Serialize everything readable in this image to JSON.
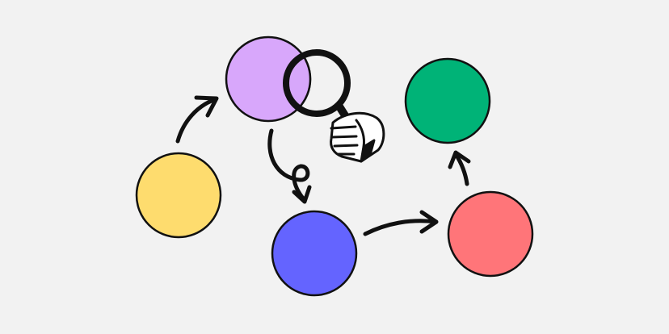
{
  "colors": {
    "background": "#f2f2f2",
    "outline": "#111111",
    "yellow": "#fedc6e",
    "purple": "#d8a7fb",
    "blue": "#6464ff",
    "red": "#ff7579",
    "green": "#00b377",
    "hand": "#ffffff"
  },
  "nodes": [
    {
      "name": "yellow-node",
      "color": "yellow"
    },
    {
      "name": "purple-node",
      "color": "purple"
    },
    {
      "name": "blue-node",
      "color": "blue"
    },
    {
      "name": "red-node",
      "color": "red"
    },
    {
      "name": "green-node",
      "color": "green"
    }
  ],
  "edges": [
    {
      "name": "arrow-yellow-to-purple",
      "from": "yellow-node",
      "to": "purple-node"
    },
    {
      "name": "arrow-purple-to-blue",
      "from": "purple-node",
      "to": "blue-node"
    },
    {
      "name": "arrow-blue-to-red",
      "from": "blue-node",
      "to": "red-node"
    },
    {
      "name": "arrow-red-to-green",
      "from": "red-node",
      "to": "green-node"
    }
  ],
  "icons": {
    "magnifier": "magnifying-glass-icon",
    "hand": "hand-icon"
  }
}
